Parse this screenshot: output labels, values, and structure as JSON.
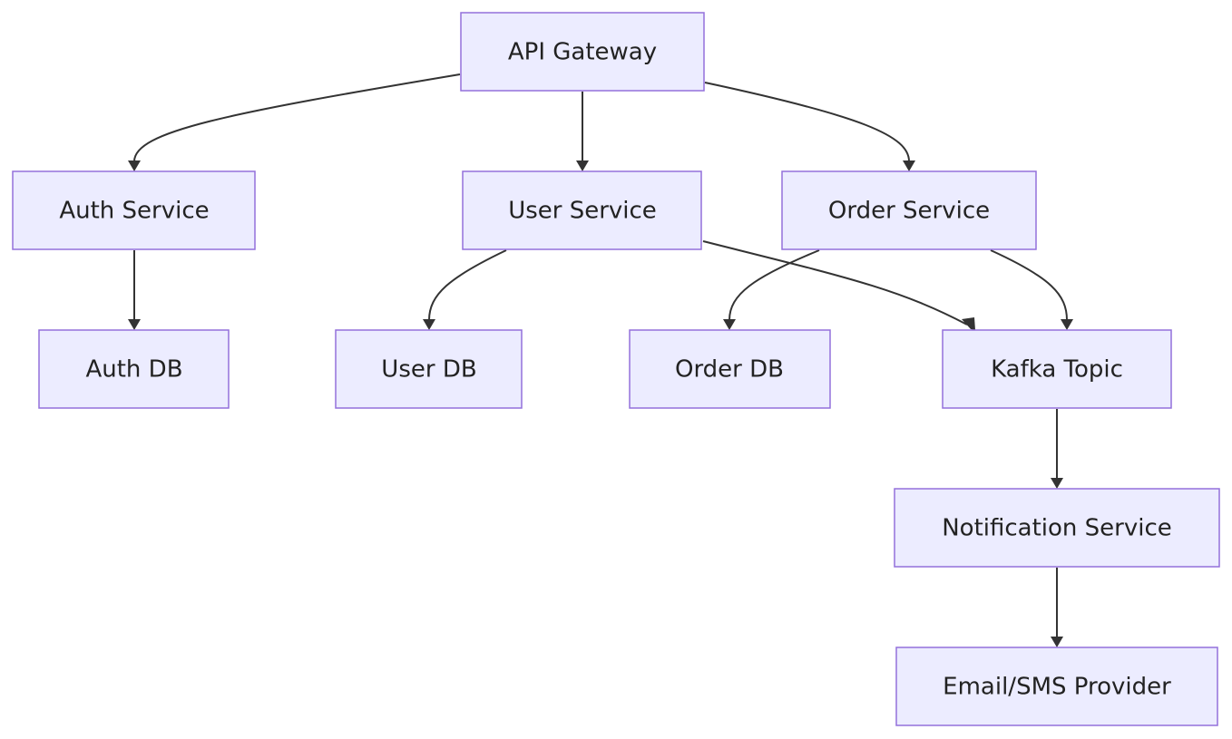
{
  "diagram": {
    "type": "flowchart",
    "direction": "top-down",
    "colors": {
      "node_fill": "#ececff",
      "node_border": "#9370db",
      "edge": "#333333",
      "text": "#222222"
    },
    "nodes": [
      {
        "id": "api_gateway",
        "label": "API Gateway"
      },
      {
        "id": "auth_service",
        "label": "Auth Service"
      },
      {
        "id": "user_service",
        "label": "User Service"
      },
      {
        "id": "order_service",
        "label": "Order Service"
      },
      {
        "id": "auth_db",
        "label": "Auth DB"
      },
      {
        "id": "user_db",
        "label": "User DB"
      },
      {
        "id": "order_db",
        "label": "Order DB"
      },
      {
        "id": "kafka_topic",
        "label": "Kafka Topic"
      },
      {
        "id": "notification_service",
        "label": "Notification Service"
      },
      {
        "id": "email_sms_provider",
        "label": "Email/SMS Provider"
      }
    ],
    "edges": [
      {
        "from": "api_gateway",
        "to": "auth_service"
      },
      {
        "from": "api_gateway",
        "to": "user_service"
      },
      {
        "from": "api_gateway",
        "to": "order_service"
      },
      {
        "from": "auth_service",
        "to": "auth_db"
      },
      {
        "from": "user_service",
        "to": "user_db"
      },
      {
        "from": "user_service",
        "to": "kafka_topic"
      },
      {
        "from": "order_service",
        "to": "order_db"
      },
      {
        "from": "order_service",
        "to": "kafka_topic"
      },
      {
        "from": "kafka_topic",
        "to": "notification_service"
      },
      {
        "from": "notification_service",
        "to": "email_sms_provider"
      }
    ]
  }
}
